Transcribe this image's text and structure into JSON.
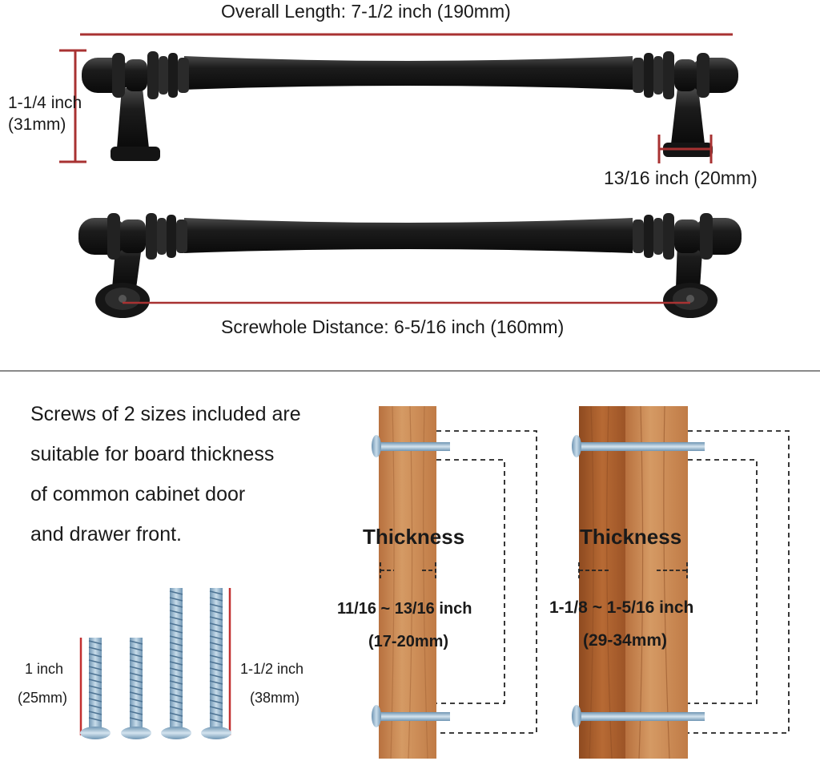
{
  "dimensions": {
    "overall_length": "Overall Length: 7-1/2 inch (190mm)",
    "height_line1": "1-1/4 inch",
    "height_line2": "(31mm)",
    "base_width": "13/16 inch (20mm)",
    "screwhole_distance": "Screwhole Distance: 6-5/16 inch (160mm)"
  },
  "description": {
    "line1": "Screws of 2 sizes included are",
    "line2": "suitable for board thickness",
    "line3": "of common cabinet door",
    "line4": "and drawer front."
  },
  "screws": {
    "short_line1": "1 inch",
    "short_line2": "(25mm)",
    "long_line1": "1-1/2 inch",
    "long_line2": "(38mm)"
  },
  "boards": {
    "thin": {
      "label": "Thickness",
      "range": "11/16 ~ 13/16 inch",
      "metric": "(17-20mm)"
    },
    "thick": {
      "label": "Thickness",
      "range": "1-1/8 ~ 1-5/16 inch",
      "metric": "(29-34mm)"
    }
  },
  "colors": {
    "accent_red": "#a83232",
    "handle_black": "#1c1c1c",
    "wood_light": "#c98a55",
    "wood_dark": "#a45d2c",
    "screw_blue": "#8fb4cf"
  }
}
